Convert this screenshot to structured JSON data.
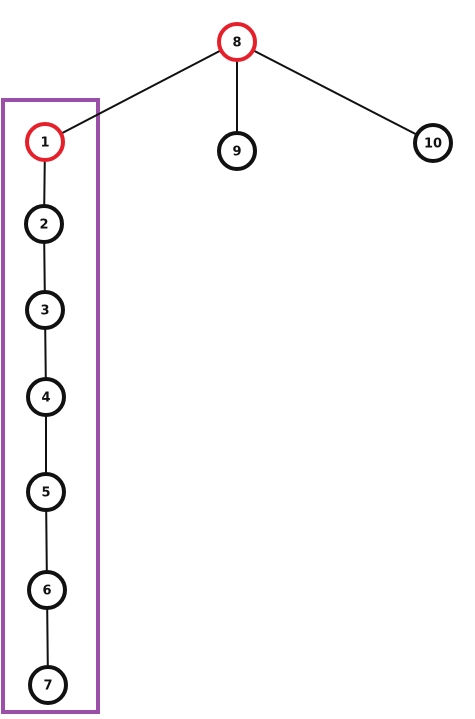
{
  "colors": {
    "default_node_stroke": "#111111",
    "highlight_node_stroke": "#e5202a",
    "group_box_stroke": "#9b4fa8",
    "edge": "#111111"
  },
  "nodes": [
    {
      "id": "8",
      "label": "8",
      "highlighted": true
    },
    {
      "id": "1",
      "label": "1",
      "highlighted": true
    },
    {
      "id": "9",
      "label": "9",
      "highlighted": false
    },
    {
      "id": "10",
      "label": "10",
      "highlighted": false
    },
    {
      "id": "2",
      "label": "2",
      "highlighted": false
    },
    {
      "id": "3",
      "label": "3",
      "highlighted": false
    },
    {
      "id": "4",
      "label": "4",
      "highlighted": false
    },
    {
      "id": "5",
      "label": "5",
      "highlighted": false
    },
    {
      "id": "6",
      "label": "6",
      "highlighted": false
    },
    {
      "id": "7",
      "label": "7",
      "highlighted": false
    }
  ],
  "edges": [
    {
      "from": "8",
      "to": "1"
    },
    {
      "from": "8",
      "to": "9"
    },
    {
      "from": "8",
      "to": "10"
    },
    {
      "from": "1",
      "to": "2"
    },
    {
      "from": "2",
      "to": "3"
    },
    {
      "from": "3",
      "to": "4"
    },
    {
      "from": "4",
      "to": "5"
    },
    {
      "from": "5",
      "to": "6"
    },
    {
      "from": "6",
      "to": "7"
    }
  ],
  "group": {
    "members": [
      "1",
      "2",
      "3",
      "4",
      "5",
      "6",
      "7"
    ]
  }
}
